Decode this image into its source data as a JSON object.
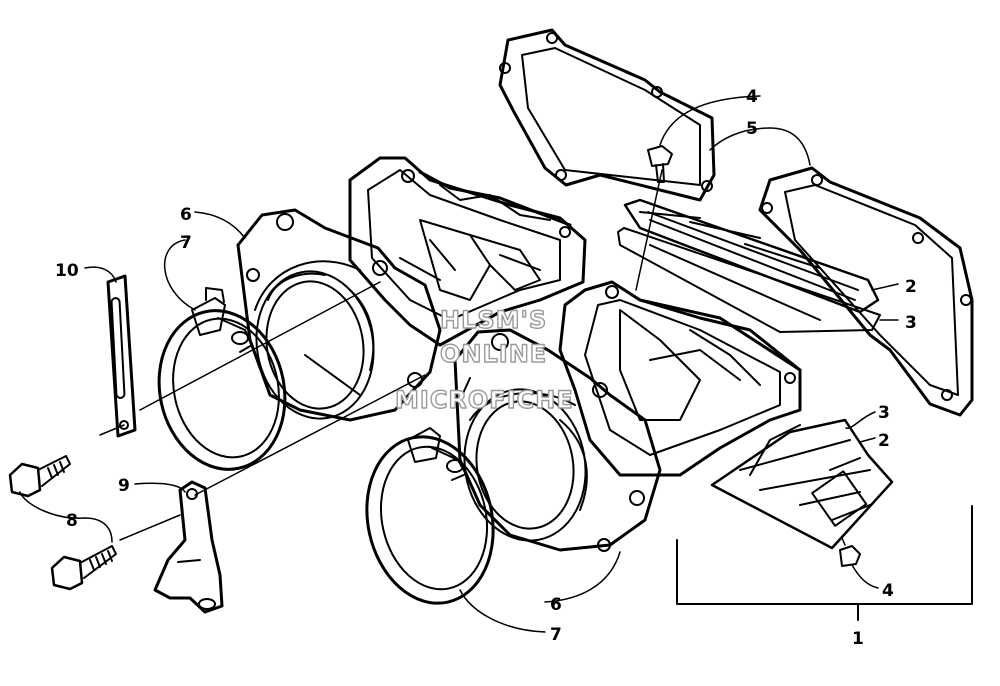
{
  "diagram": {
    "callouts": [
      {
        "id": "c10",
        "label": "10"
      },
      {
        "id": "c6a",
        "label": "6"
      },
      {
        "id": "c7a",
        "label": "7"
      },
      {
        "id": "c9",
        "label": "9"
      },
      {
        "id": "c8",
        "label": "8"
      },
      {
        "id": "c4a",
        "label": "4"
      },
      {
        "id": "c5",
        "label": "5"
      },
      {
        "id": "c2a",
        "label": "2"
      },
      {
        "id": "c3a",
        "label": "3"
      },
      {
        "id": "c3b",
        "label": "3"
      },
      {
        "id": "c2b",
        "label": "2"
      },
      {
        "id": "c4b",
        "label": "4"
      },
      {
        "id": "c6b",
        "label": "6"
      },
      {
        "id": "c7b",
        "label": "7"
      },
      {
        "id": "c1",
        "label": "1"
      }
    ],
    "watermark": [
      "HLSM'S",
      "ONLINE",
      "MICROFICHE"
    ]
  }
}
